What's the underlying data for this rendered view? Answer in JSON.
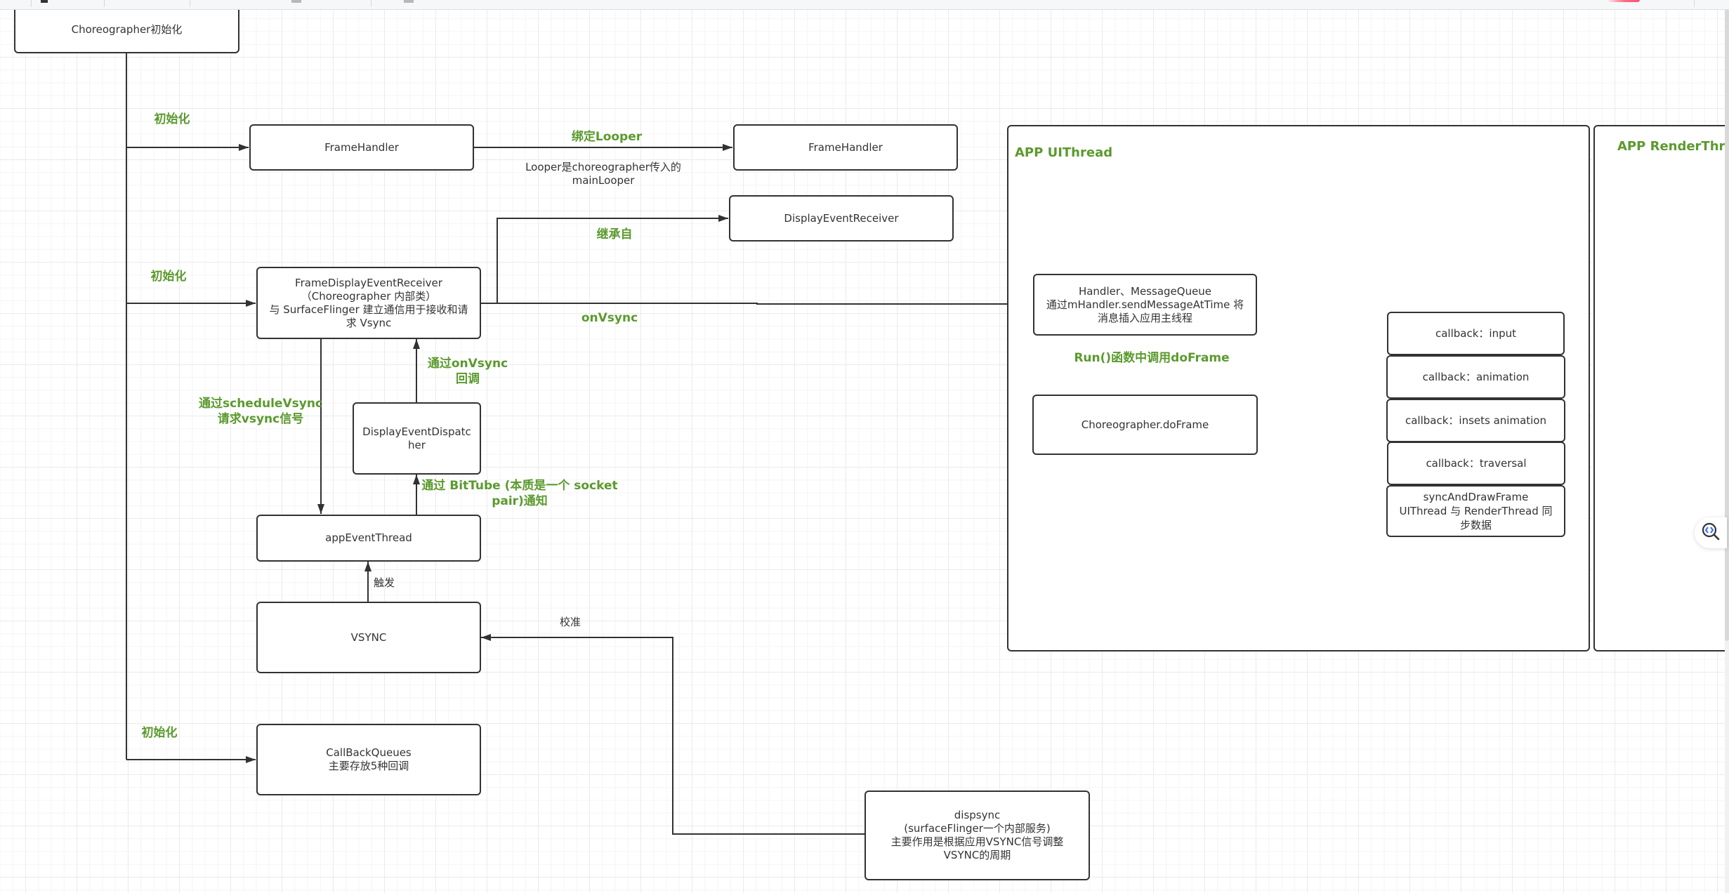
{
  "toolbar": {
    "visible": "partially (top edge cropped)"
  },
  "colors": {
    "accent_green": "#5b9a2e",
    "node_border": "#323232",
    "text": "#333333",
    "grid": "#ebebeb"
  },
  "containers": {
    "ui_thread": {
      "title": "APP UIThread"
    },
    "render_thread": {
      "title": "APP RenderThread"
    }
  },
  "nodes": {
    "choreographer_init": "Choreographer初始化",
    "frame_handler_1": "FrameHandler",
    "frame_handler_2": "FrameHandler",
    "display_event_receiver": "DisplayEventReceiver",
    "frame_display_event_receiver": "FrameDisplayEventReceiver\n（Choreographer 内部类）\n与 SurfaceFlinger 建立通信用于接收和请求 Vsync",
    "display_event_dispatcher": "DisplayEventDispatc\nher",
    "app_event_thread": "appEventThread",
    "vsync": "VSYNC",
    "callback_queues": "CallBackQueues\n主要存放5种回调",
    "dispsync": "dispsync\n(surfaceFlinger一个内部服务)\n主要作用是根据应用VSYNC信号调整\nVSYNC的周期",
    "handler_message_queue": "Handler、MessageQueue\n通过mHandler.sendMessageAtTime 将\n消息插入应用主线程",
    "choreographer_do_frame": "Choreographer.doFrame",
    "callbacks": [
      "callback：input",
      "callback：animation",
      "callback：insets animation",
      "callback：traversal",
      "syncAndDrawFrame\nUIThread 与 RenderThread 同\n步数据"
    ]
  },
  "edge_labels": {
    "init_frame_handler": "初始化",
    "init_fder": "初始化",
    "init_callback_queues": "初始化",
    "bind_looper": "绑定Looper",
    "looper_note": "Looper是choreographer传入的\nmainLooper",
    "inherits_from": "继承自",
    "on_vsync": "onVsync",
    "schedule_vsync": "通过scheduleVsync\n请求vsync信号",
    "on_vsync_callback": "通过onVsync\n回调",
    "bittube": "通过 BitTube (本质是一个 socket\npair)通知",
    "trigger": "触发",
    "calibrate": "校准",
    "run_do_frame": "Run()函数中调用doFrame"
  },
  "icons": {
    "floating_button": "code-search-icon"
  }
}
